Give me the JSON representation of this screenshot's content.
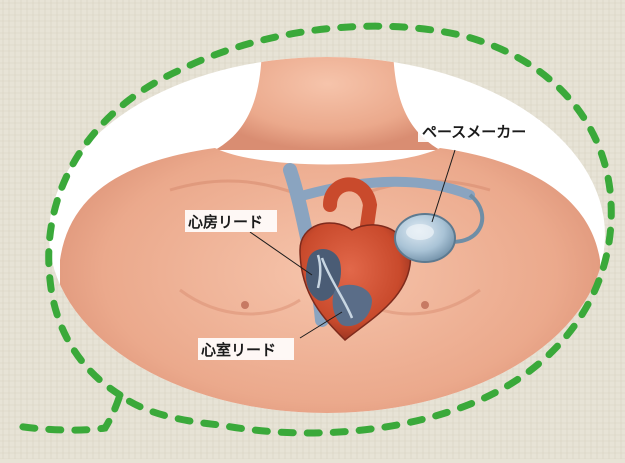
{
  "labels": {
    "pacemaker": "ペースメーカー",
    "atrial_lead": "心房リード",
    "ventricular_lead": "心室リード"
  },
  "colors": {
    "background": "#e7e3d6",
    "dashed_outline": "#3aa93a",
    "oval_fill": "#ffffff",
    "skin": "#efb095",
    "skin_shadow": "#d98d72",
    "vein": "#8aa4c0",
    "heart": "#c94a2c",
    "heart_dark": "#7e2a1c",
    "device": "#a9c3d6",
    "label_text": "#1b1b1b"
  }
}
